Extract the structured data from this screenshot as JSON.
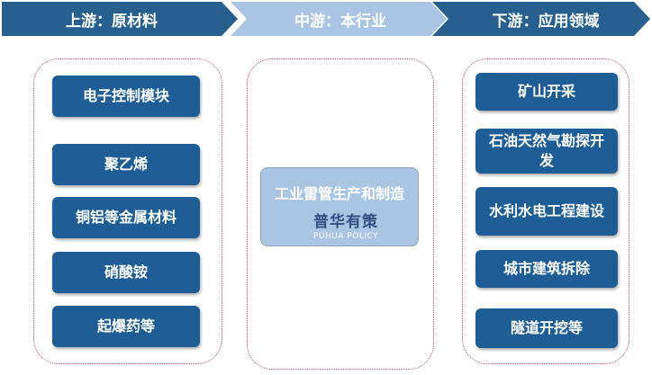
{
  "header": {
    "upstream": "上游：原材料",
    "midstream": "中游：本行业",
    "downstream": "下游：应用领域"
  },
  "upstream": {
    "items": [
      "电子控制模块",
      "聚乙烯",
      "铜铝等金属材料",
      "硝酸铵",
      "起爆药等"
    ]
  },
  "midstream": {
    "item": "工业雷管生产和制造"
  },
  "downstream": {
    "items": [
      "矿山开采",
      "石油天然气勘探开发",
      "水利水电工程建设",
      "城市建筑拆除",
      "隧道开挖等"
    ]
  },
  "watermark": {
    "cn": "普华有策",
    "en": "PUHUA POLICY"
  },
  "colors": {
    "dark_blue": "#1e5d96",
    "light_blue": "#a9c5e3",
    "border_dots": "#b04a67"
  }
}
